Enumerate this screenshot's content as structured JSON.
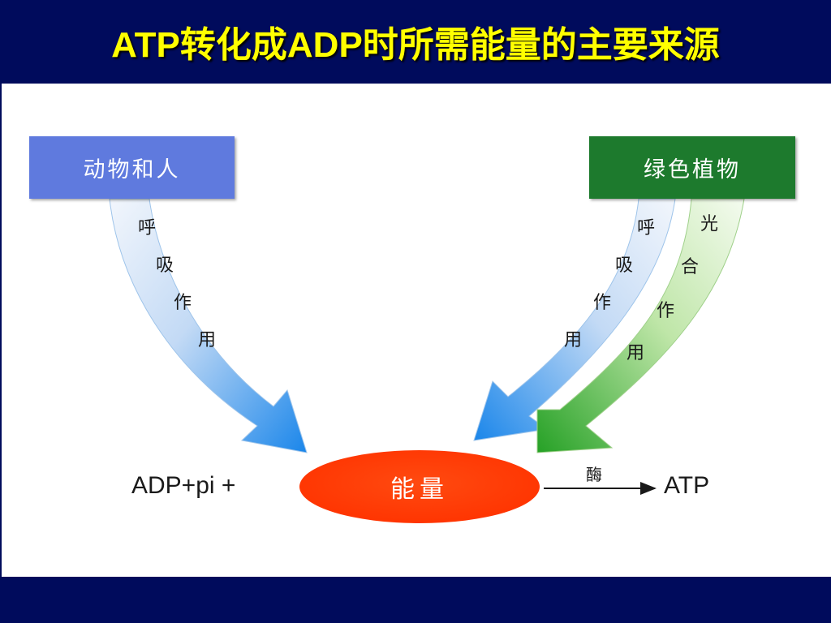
{
  "title": "ATP转化成ADP时所需能量的主要来源",
  "diagram": {
    "animals_box": "动物和人",
    "plants_box": "绿色植物",
    "left_arrow_chars": [
      "呼",
      "吸",
      "作",
      "用"
    ],
    "middle_arrow_chars": [
      "呼",
      "吸",
      "作",
      "用"
    ],
    "right_arrow_chars": [
      "光",
      "合",
      "作",
      "用"
    ],
    "reactants": "ADP+pi +",
    "energy": "能量",
    "enzyme": "酶",
    "product": "ATP"
  },
  "colors": {
    "background": "#000b5c",
    "title": "#ffff00",
    "animals_box": "#5f7ade",
    "plants_box": "#1d7a2d",
    "respiration_arrow": "#1e88e8",
    "photosynthesis_arrow": "#2ea02e",
    "energy_ellipse": "#ff3300"
  }
}
